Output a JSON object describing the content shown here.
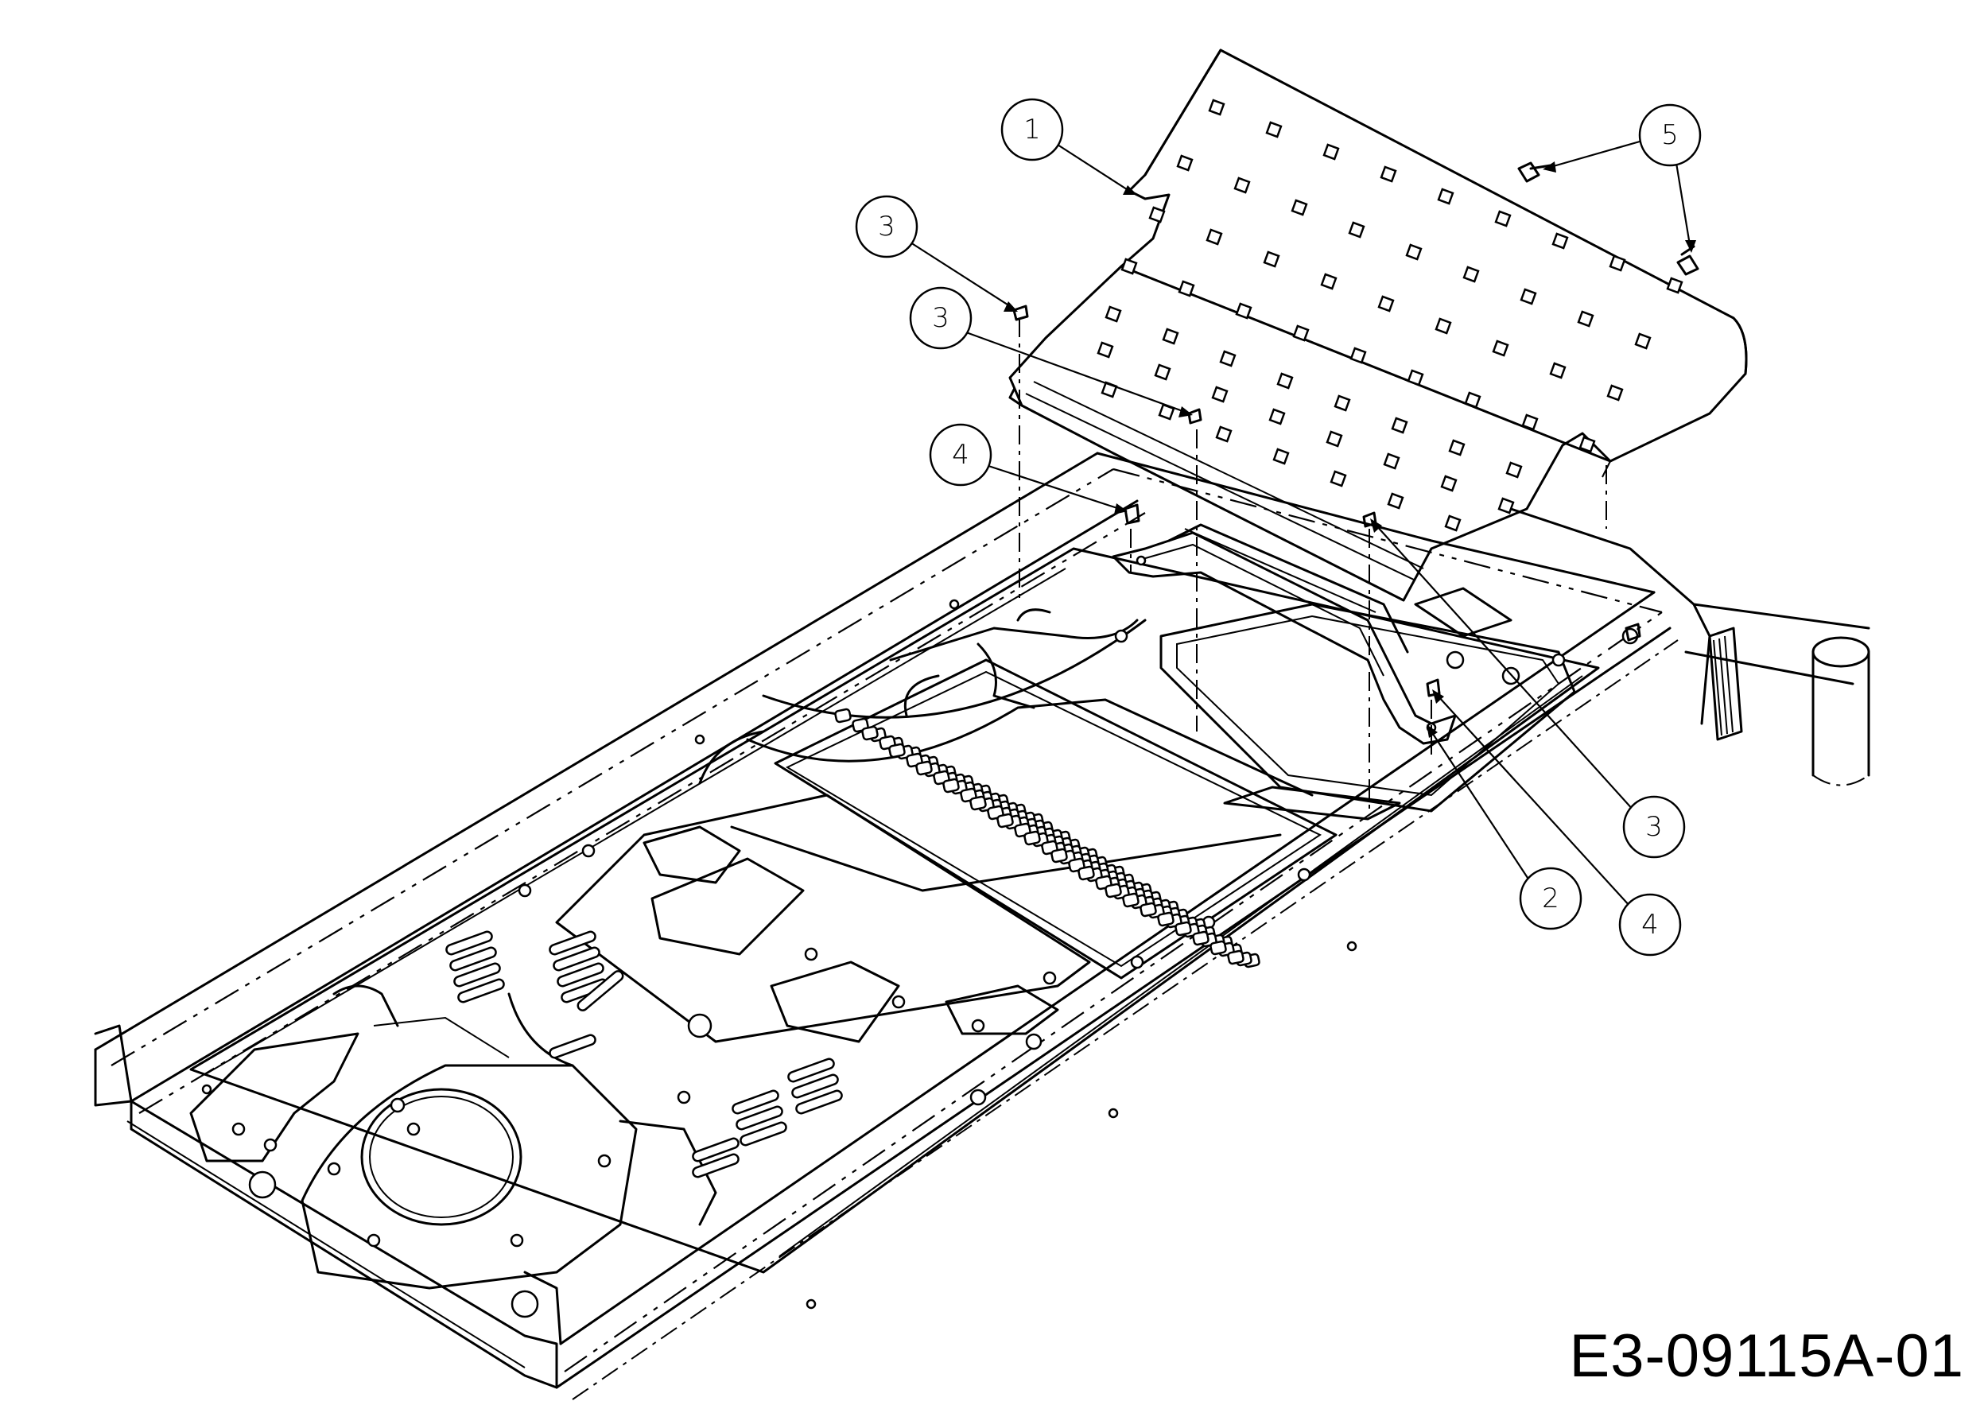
{
  "drawing": {
    "id": "E3-09115A-01"
  },
  "callouts": [
    {
      "label": "1"
    },
    {
      "label": "3"
    },
    {
      "label": "3"
    },
    {
      "label": "5"
    },
    {
      "label": "4"
    },
    {
      "label": "3"
    },
    {
      "label": "2"
    },
    {
      "label": "4"
    }
  ]
}
